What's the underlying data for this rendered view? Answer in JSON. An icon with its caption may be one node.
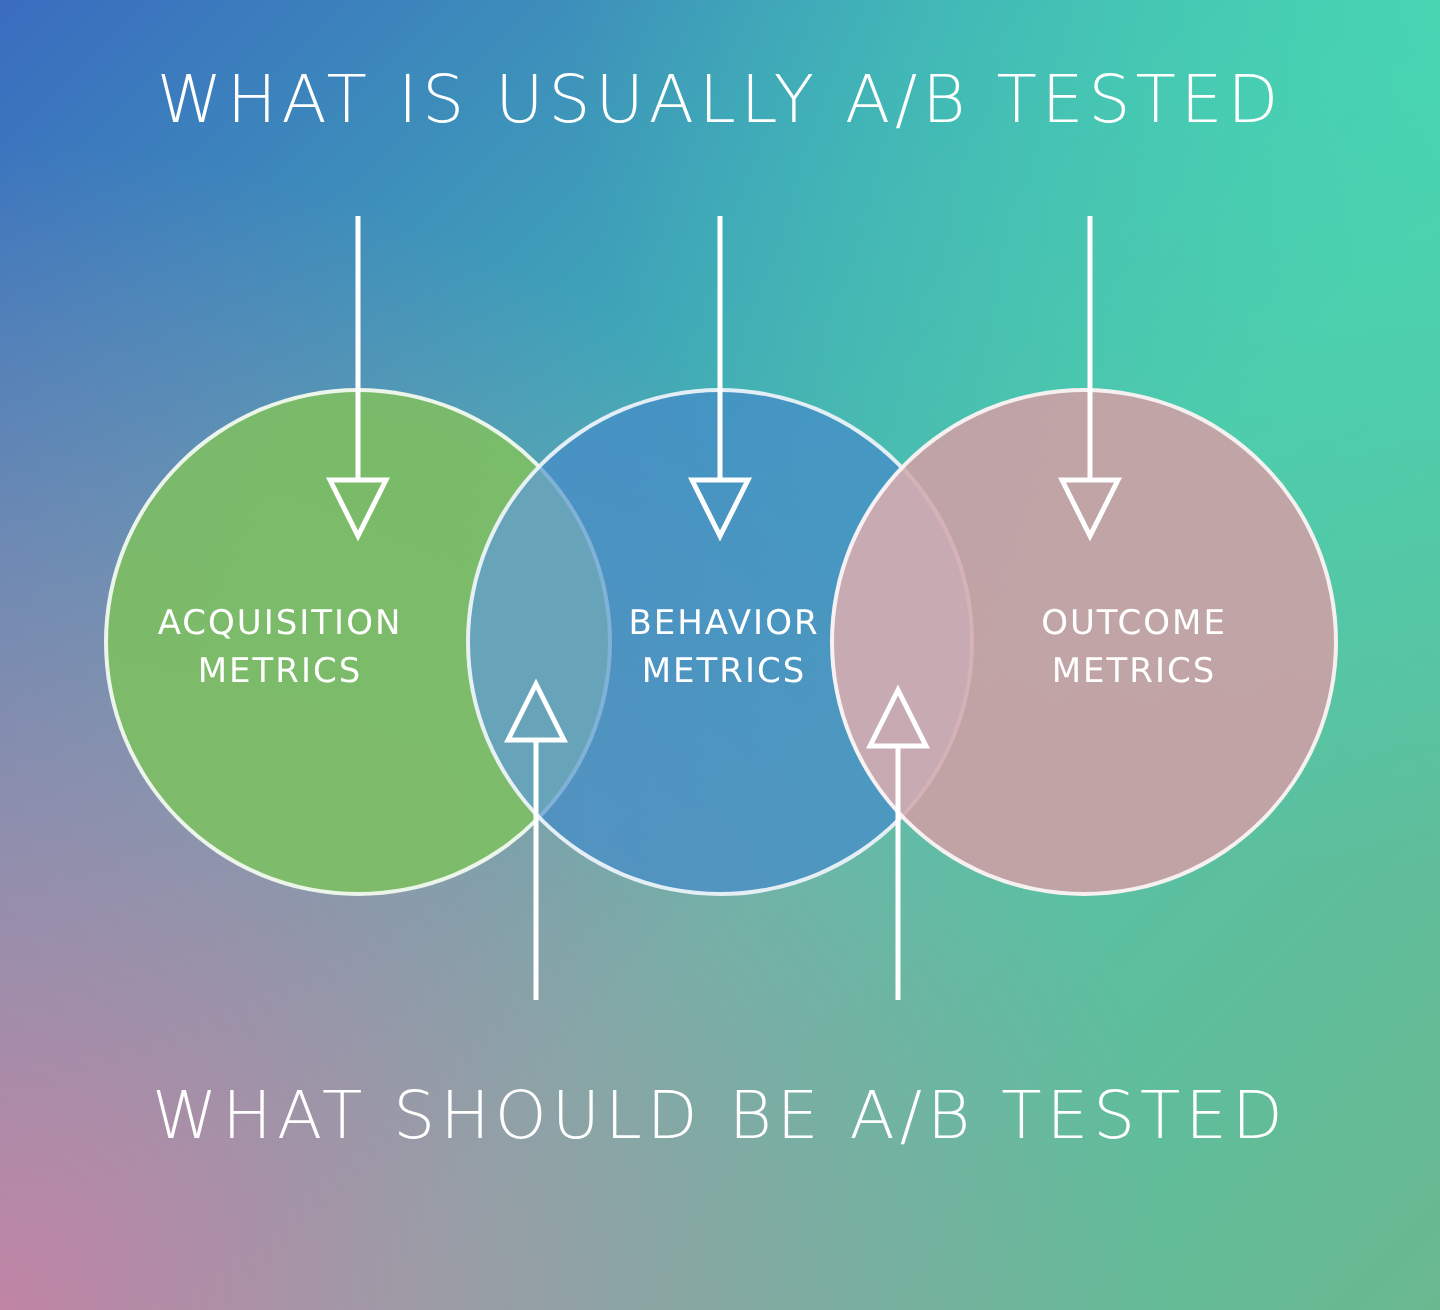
{
  "diagram": {
    "title": "WHAT IS USUALLY A/B TESTED",
    "nodes": [
      {
        "text": [
          "ACQUISITION METRICS"
        ]
      },
      {
        "text": [
          "BEHAVIOR METRICS"
        ]
      },
      {
        "text": [
          "OUTCOME METRICS"
        ]
      },
      {
        "text": [],
        "shape": "lens"
      },
      {
        "text": [],
        "shape": "lens"
      }
    ],
    "edges": [
      {
        "from": null,
        "to": 0,
        "arrow": "to"
      },
      {
        "from": null,
        "to": 1,
        "arrow": "to"
      },
      {
        "from": null,
        "to": 2,
        "arrow": "to"
      },
      {
        "from": null,
        "to": 3,
        "arrow": "to"
      },
      {
        "from": null,
        "to": 4,
        "arrow": "to"
      }
    ],
    "labels": [
      "WHAT SHOULD BE A/B TESTED"
    ]
  }
}
